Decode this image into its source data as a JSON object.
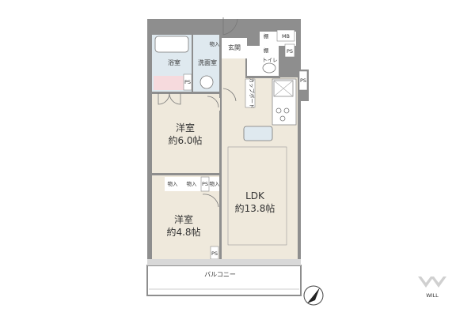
{
  "rooms": {
    "bath": "浴室",
    "washroom": "洗面室",
    "entrance": "玄関",
    "toilet": "トイレ",
    "western1": {
      "name": "洋室",
      "size": "約6.0帖"
    },
    "western2": {
      "name": "洋室",
      "size": "約4.8帖"
    },
    "ldk": {
      "name": "LDK",
      "size": "約13.8帖"
    },
    "balcony": "バルコニー"
  },
  "storage": {
    "shelf1": "棚",
    "shelf2": "棚",
    "mb": "MB",
    "closet_wash": "物入",
    "closet_w2a": "物入",
    "closet_w2b": "物入",
    "closet_hall": "物入",
    "cupboard": "カップボード",
    "ps": "PS"
  },
  "logo": {
    "text": "WILL"
  },
  "colors": {
    "wall": "#9e9e9e",
    "floor": "#efe9dc",
    "wet": "#dfe9ef",
    "pink": "#f6dadd",
    "balcony": "#ffffff"
  }
}
